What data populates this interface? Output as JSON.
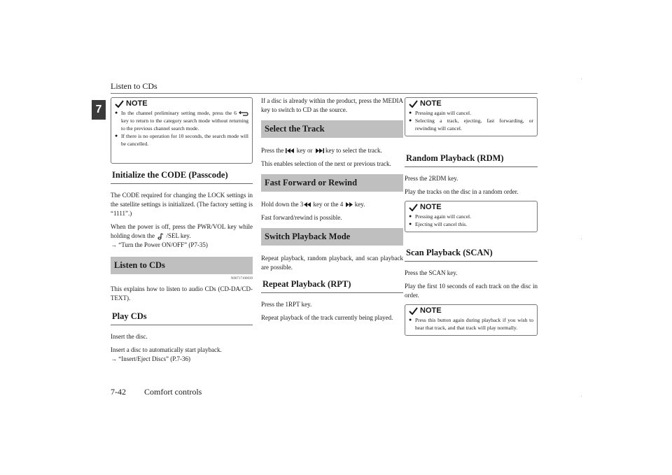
{
  "header": {
    "title": "Listen to CDs"
  },
  "chapter_tab": "7",
  "footer": {
    "page": "7-42",
    "section": "Comfort controls"
  },
  "col1": {
    "note1": {
      "label": "NOTE",
      "item1_a": "In the channel preliminary setting mode, press the 6",
      "item1_b": "key to return to the category search mode without returning to the previous channel search mode.",
      "item2": "If there is no operation for 10 seconds, the search mode will be cancelled."
    },
    "init_heading": "Initialize the CODE (Passcode)",
    "init_p1": "The CODE required for changing the LOCK settings in the satellite settings is initialized. (The factory setting is “1111”.)",
    "init_p2a": "When the power is off, press the PWR/VOL key while holding down the",
    "init_p2b": "/SEL key.",
    "init_ref": "→ “Turn the Power ON/OFF” (P7-35)",
    "listen_heading": "Listen to CDs",
    "code_id": "N00717100039",
    "listen_p": "This explains how to listen to audio CDs (CD-DA/CD-TEXT).",
    "play_heading": "Play CDs",
    "play_p1": "Insert the disc.",
    "play_p2": "Insert a disc to automatically start playback.",
    "play_ref": "→ “Insert/Eject Discs” (P.7-36)"
  },
  "col2": {
    "intro": "If a disc is already within the product, press the MEDIA key to switch to CD as the source.",
    "select_heading": "Select the Track",
    "select_p1a": "Press the",
    "select_p1b": "key or",
    "select_p1c": "key to select the track.",
    "select_p2": "This enables selection of the next or previous track.",
    "ff_heading": "Fast Forward or Rewind",
    "ff_p1a": "Hold down the 3",
    "ff_p1b": "key or the 4",
    "ff_p1c": "key.",
    "ff_p2": "Fast forward/rewind is possible.",
    "switch_heading": "Switch Playback Mode",
    "switch_p": "Repeat playback, random playback, and scan playback are possible.",
    "rpt_heading": "Repeat Playback (RPT)",
    "rpt_p1": "Press the 1RPT key.",
    "rpt_p2": "Repeat playback of the track currently being played."
  },
  "col3": {
    "note1": {
      "label": "NOTE",
      "item1": "Pressing again will cancel.",
      "item2": "Selecting a track, ejecting, fast forwarding, or rewinding will cancel."
    },
    "rdm_heading": "Random Playback (RDM)",
    "rdm_p1": "Press the 2RDM key.",
    "rdm_p2": "Play the tracks on the disc in a random order.",
    "note2": {
      "label": "NOTE",
      "item1": "Pressing again will cancel.",
      "item2": "Ejecting will cancel this."
    },
    "scan_heading": "Scan Playback (SCAN)",
    "scan_p1": "Press the SCAN key.",
    "scan_p2": "Play the first 10 seconds of each track on the disc in order.",
    "note3": {
      "label": "NOTE",
      "item1": "Press this button again during playback if you wish to hear that track, and that track will play normally."
    }
  }
}
